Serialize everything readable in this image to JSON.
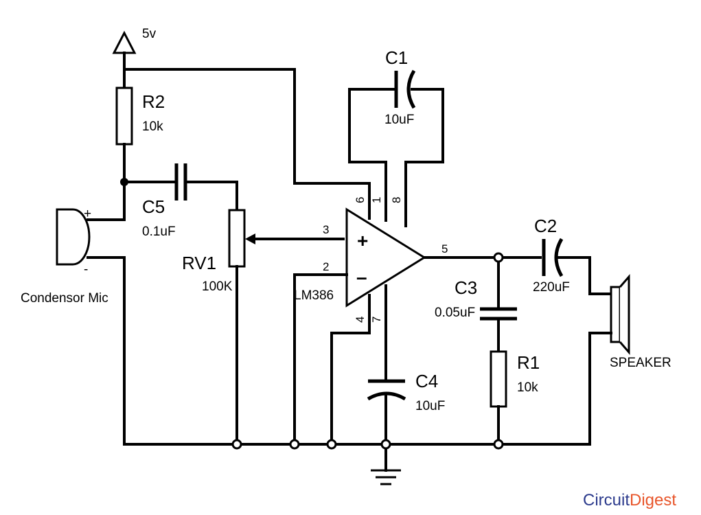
{
  "supply": {
    "label": "5v"
  },
  "components": {
    "r2": {
      "name": "R2",
      "value": "10k"
    },
    "r1": {
      "name": "R1",
      "value": "10k"
    },
    "c1": {
      "name": "C1",
      "value": "10uF"
    },
    "c2": {
      "name": "C2",
      "value": "220uF"
    },
    "c3": {
      "name": "C3",
      "value": "0.05uF"
    },
    "c4": {
      "name": "C4",
      "value": "10uF"
    },
    "c5": {
      "name": "C5",
      "value": "0.1uF"
    },
    "rv1": {
      "name": "RV1",
      "value": "100K"
    },
    "ic": {
      "name": "LM386",
      "plus": "+",
      "minus": "–"
    },
    "mic": {
      "name": "Condensor Mic",
      "plus": "+",
      "minus": "-"
    },
    "speaker": {
      "name": "SPEAKER"
    }
  },
  "pins": {
    "p1": "1",
    "p2": "2",
    "p3": "3",
    "p4": "4",
    "p5": "5",
    "p6": "6",
    "p7": "7",
    "p8": "8"
  },
  "brand": {
    "part1": "Circuit",
    "part2": "Digest",
    "color1": "#2b3a8c",
    "color2": "#e8552a"
  }
}
